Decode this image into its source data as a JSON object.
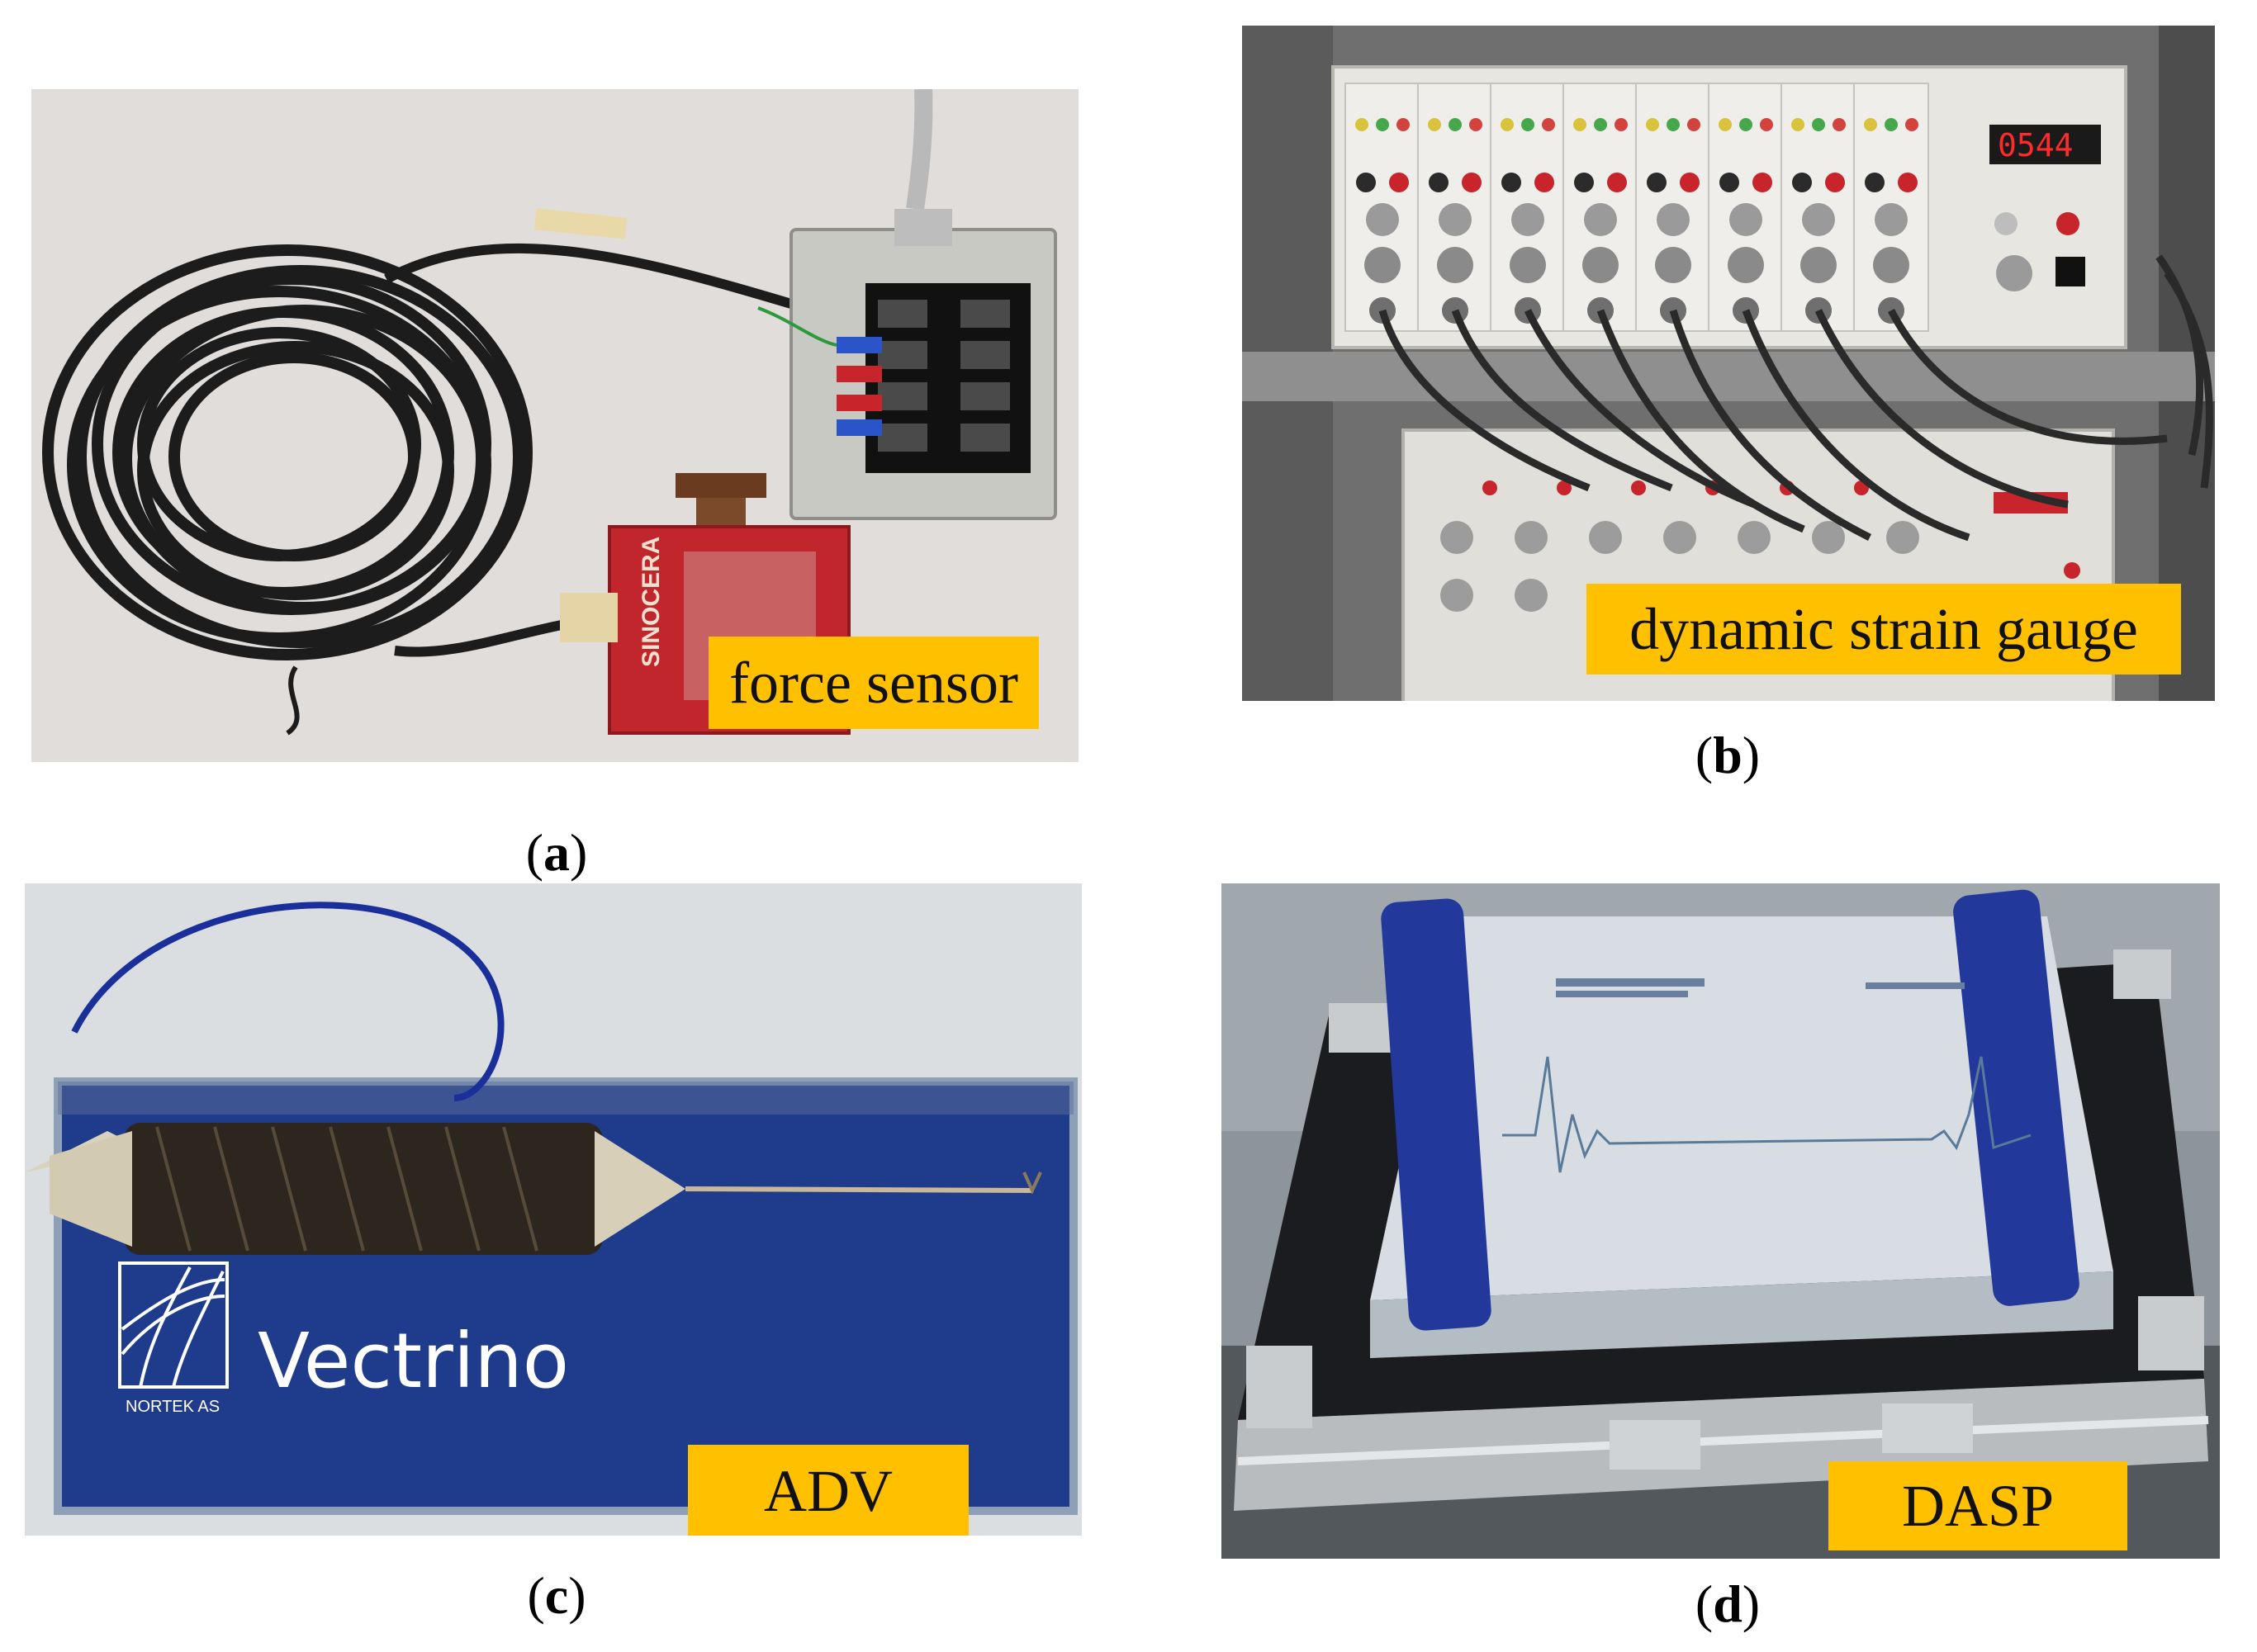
{
  "panels": [
    {
      "id": "a",
      "label": "force sensor",
      "caption_open": "(",
      "caption_letter": "a",
      "caption_close": ")",
      "device_text": "SINOCERA"
    },
    {
      "id": "b",
      "label": "dynamic strain gauge",
      "caption_open": "(",
      "caption_letter": "b",
      "caption_close": ")",
      "display_readout": "0544"
    },
    {
      "id": "c",
      "label": "ADV",
      "caption_open": "(",
      "caption_letter": "c",
      "caption_close": ")",
      "brand_text": "Vectrino",
      "brand_small": "NORTEK AS"
    },
    {
      "id": "d",
      "label": "DASP",
      "caption_open": "(",
      "caption_letter": "d",
      "caption_close": ")"
    }
  ],
  "colors": {
    "label_bg": "#FFC000",
    "probe_case": "#1F3C8C",
    "device_blue": "#22389A"
  }
}
